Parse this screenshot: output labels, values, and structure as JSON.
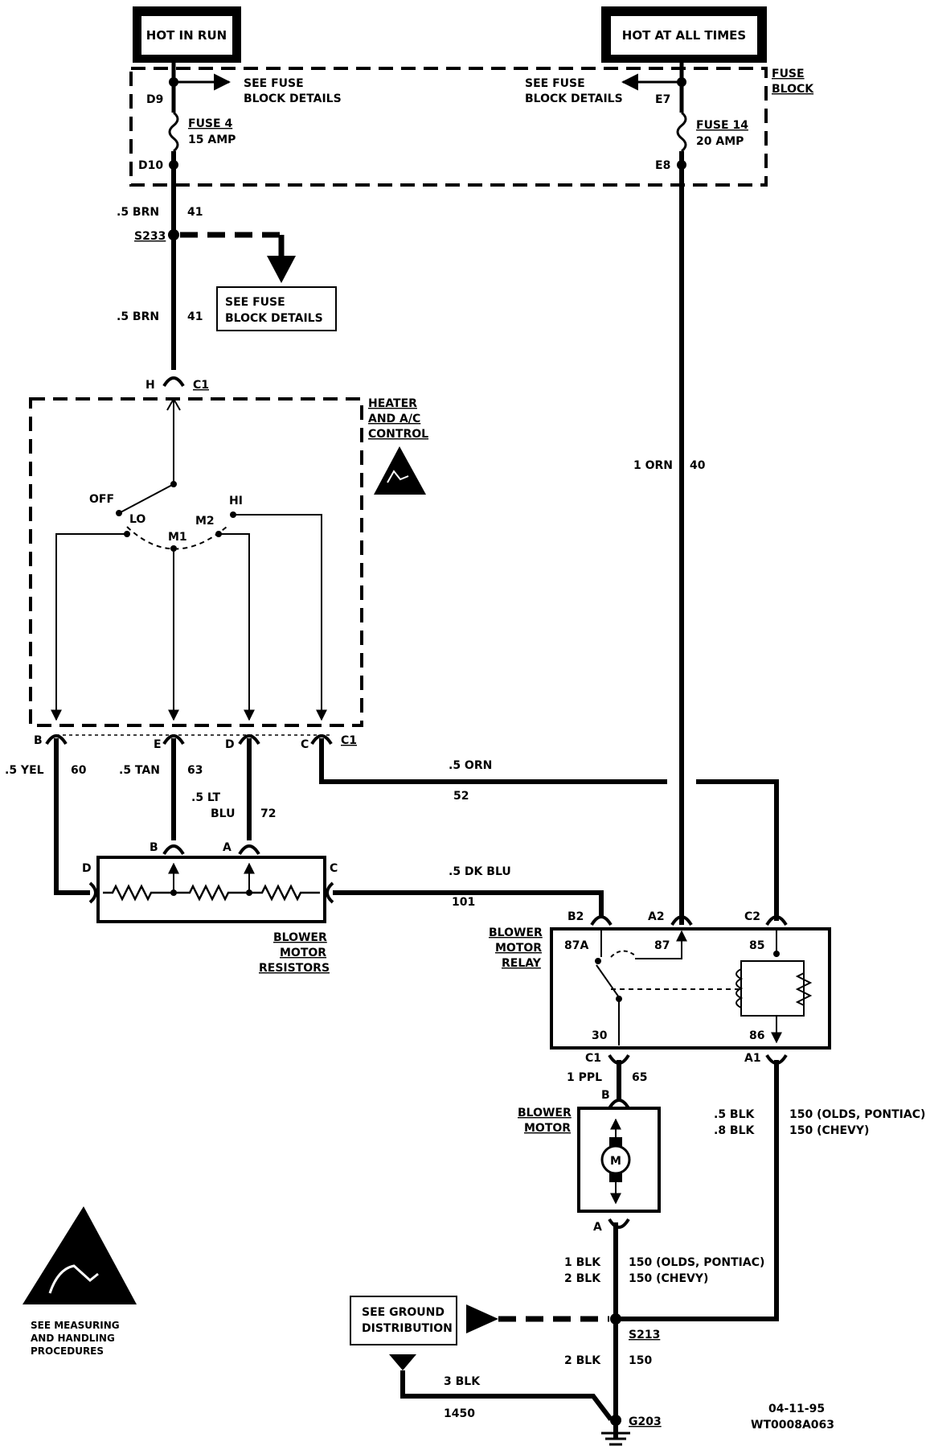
{
  "boxes": {
    "hot_in_run": "HOT IN RUN",
    "hot_at_all_times": "HOT AT ALL TIMES",
    "see_fuse_block_details_line1": "SEE FUSE",
    "see_fuse_block_details_line2": "BLOCK DETAILS",
    "see_ground_distribution_line1": "SEE GROUND",
    "see_ground_distribution_line2": "DISTRIBUTION"
  },
  "fuse_block": {
    "title_line1": "FUSE",
    "title_line2": "BLOCK",
    "left_top_pin": "D9",
    "left_bottom_pin": "D10",
    "fuse4_name": "FUSE 4",
    "fuse4_rating": "15 AMP",
    "right_top_pin": "E7",
    "right_bottom_pin": "E8",
    "fuse14_name": "FUSE 14",
    "fuse14_rating": "20 AMP",
    "see_fuse_left_1": "SEE FUSE",
    "see_fuse_left_2": "BLOCK DETAILS",
    "see_fuse_right_1": "SEE FUSE",
    "see_fuse_right_2": "BLOCK DETAILS"
  },
  "wires": {
    "brn_size": ".5 BRN",
    "brn_circuit": "41",
    "splice_s233": "S233",
    "orn_main_size": "1 ORN",
    "orn_main_circuit": "40",
    "yel_size": ".5 YEL",
    "yel_circuit": "60",
    "tan_size": ".5 TAN",
    "tan_circuit": "63",
    "ltblu_size_1": ".5 LT",
    "ltblu_size_2": "BLU",
    "ltblu_circuit": "72",
    "orn52_size": ".5 ORN",
    "orn52_circuit": "52",
    "dkblu_size": ".5 DK BLU",
    "dkblu_circuit": "101",
    "ppl_size": "1 PPL",
    "ppl_circuit": "65",
    "blk_relay_size_1": ".5 BLK",
    "blk_relay_circuit_1": "150 (OLDS, PONTIAC)",
    "blk_relay_size_2": ".8 BLK",
    "blk_relay_circuit_2": "150 (CHEVY)",
    "blk_motor_size_1": "1 BLK",
    "blk_motor_circuit_1": "150 (OLDS, PONTIAC)",
    "blk_motor_size_2": "2 BLK",
    "blk_motor_circuit_2": "150 (CHEVY)",
    "splice_s213": "S213",
    "blk_ground_size": "2 BLK",
    "blk_ground_circuit": "150",
    "blk3_size": "3 BLK",
    "blk3_circuit": "1450",
    "ground_g203": "G203"
  },
  "heater_control": {
    "title_1": "HEATER",
    "title_2": "AND A/C",
    "title_3": "CONTROL",
    "pin_h": "H",
    "conn_c1_top": "C1",
    "off": "OFF",
    "lo": "LO",
    "m1": "M1",
    "m2": "M2",
    "hi": "HI",
    "pin_b": "B",
    "pin_e": "E",
    "pin_d": "D",
    "pin_c": "C",
    "conn_c1_bottom": "C1"
  },
  "resistors": {
    "pin_b": "B",
    "pin_a": "A",
    "pin_d": "D",
    "pin_c": "C",
    "title_1": "BLOWER",
    "title_2": "MOTOR",
    "title_3": "RESISTORS"
  },
  "relay": {
    "title_1": "BLOWER",
    "title_2": "MOTOR",
    "title_3": "RELAY",
    "pin_b2": "B2",
    "pin_a2": "A2",
    "pin_c2": "C2",
    "term_87a": "87A",
    "term_87": "87",
    "term_85": "85",
    "term_30": "30",
    "term_86": "86",
    "pin_c1": "C1",
    "pin_a1": "A1"
  },
  "motor": {
    "title_1": "BLOWER",
    "title_2": "MOTOR",
    "pin_b": "B",
    "pin_a": "A",
    "symbol": "M"
  },
  "esd_note": {
    "line1": "SEE MEASURING",
    "line2": "AND HANDLING",
    "line3": "PROCEDURES"
  },
  "footer": {
    "date": "04-11-95",
    "code": "WT0008A063"
  }
}
